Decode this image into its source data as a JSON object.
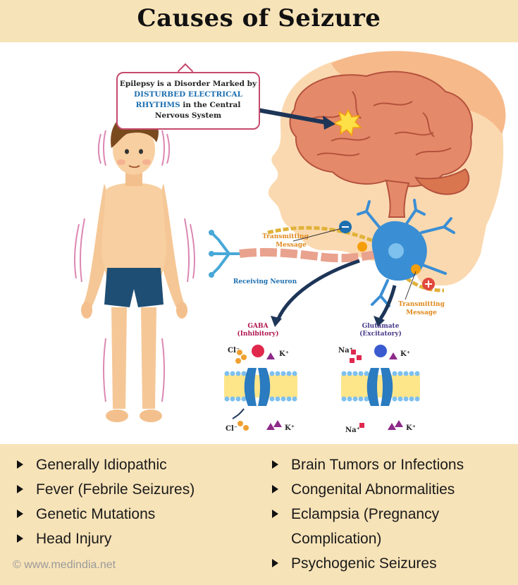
{
  "header": {
    "title": "Causes of Seizure"
  },
  "callout": {
    "line1": "Epilepsy is a Disorder Marked by",
    "highlight1": "DISTURBED ELECTRICAL",
    "highlight2": "RHYTHMS",
    "line3_rest": " in the Central",
    "line4": "Nervous System"
  },
  "neuron": {
    "transmitting_top_1": "Transmitting",
    "transmitting_top_2": "Message",
    "receiving_label": "Receiving Neuron",
    "transmitting_bottom_1": "Transmitting",
    "transmitting_bottom_2": "Message"
  },
  "channels": {
    "gaba_1": "GABA",
    "gaba_2": "(Inhibitory)",
    "glutamate_1": "Glutamate",
    "glutamate_2": "(Excitatory)",
    "cl_top": "Cl⁻",
    "cl_bottom": "Cl⁻",
    "k_1": "K⁺",
    "k_2": "K⁺",
    "k_3": "K⁺",
    "k_4": "K⁺",
    "na_top": "Na⁺",
    "na_bottom": "Na⁺"
  },
  "causes": {
    "left": [
      "Generally Idiopathic",
      "Fever (Febrile Seizures)",
      "Genetic Mutations",
      "Head Injury"
    ],
    "right": [
      "Brain Tumors or Infections",
      "Congenital Abnormalities",
      "Eclampsia (Pregnancy Complication)",
      "Psychogenic Seizures"
    ]
  },
  "footer": {
    "copyright": "©  www.medindia.net"
  },
  "colors": {
    "background": "#f7e3b8",
    "callout_border": "#c54a6c",
    "highlight": "#1d6fb0",
    "gaba": "#b0174f",
    "glutamate": "#4a3a8a",
    "neuron": "#3a8ed4",
    "transmit_label": "#e08a1e"
  }
}
